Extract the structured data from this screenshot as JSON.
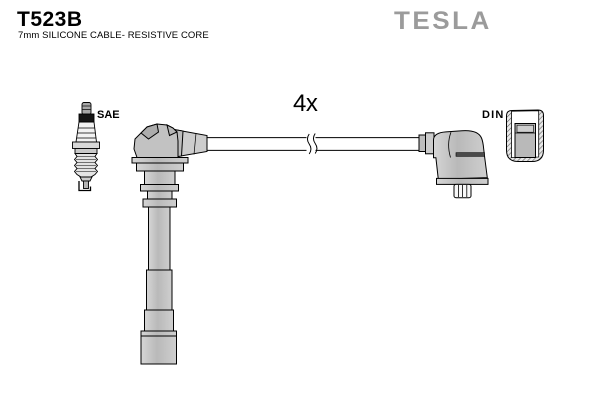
{
  "header": {
    "part_number": "T523B",
    "subtitle": "7mm SILICONE CABLE- RESISTIVE CORE",
    "brand": "TESLA"
  },
  "diagram": {
    "quantity_label": "4x",
    "plug_end_label": "SAE",
    "distributor_end_label": "DIN",
    "icons": [
      "spark-plug-icon",
      "spark-plug-boot",
      "ignition-cable",
      "cable-break-icon",
      "distributor-elbow-boot",
      "din-terminal-icon"
    ],
    "colors": {
      "outline": "#000000",
      "metal_gray": "#c6c6c6",
      "cable_white": "#ffffff",
      "brand_gray": "#9b9b9b",
      "background": "#ffffff"
    }
  }
}
